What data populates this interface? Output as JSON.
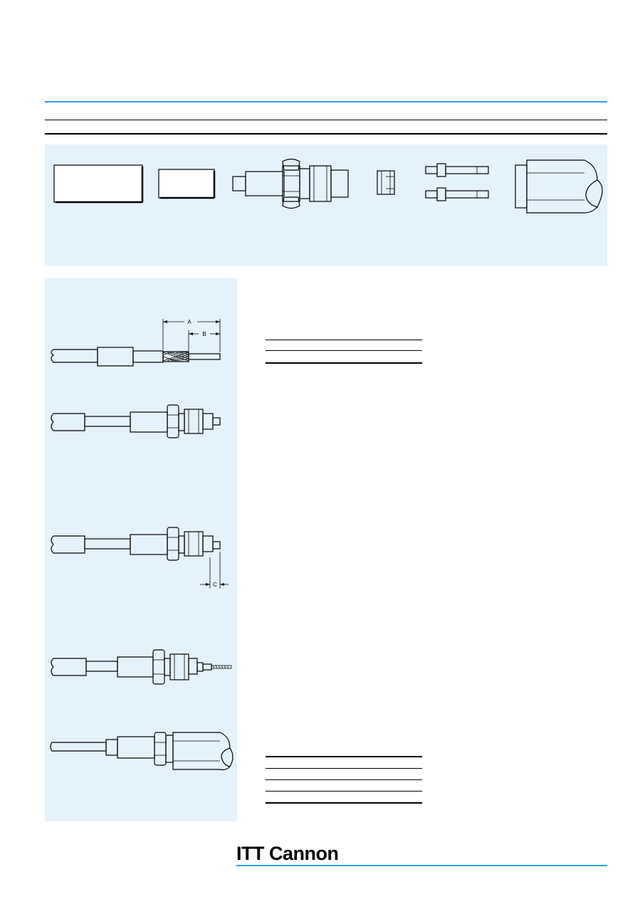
{
  "dimension_labels": {
    "a": "A",
    "b": "B",
    "c": "C"
  },
  "footer": {
    "brand": "ITT Cannon"
  },
  "colors": {
    "accent_blue": "#1fa3dc",
    "panel_blue": "#e4f2fc"
  }
}
